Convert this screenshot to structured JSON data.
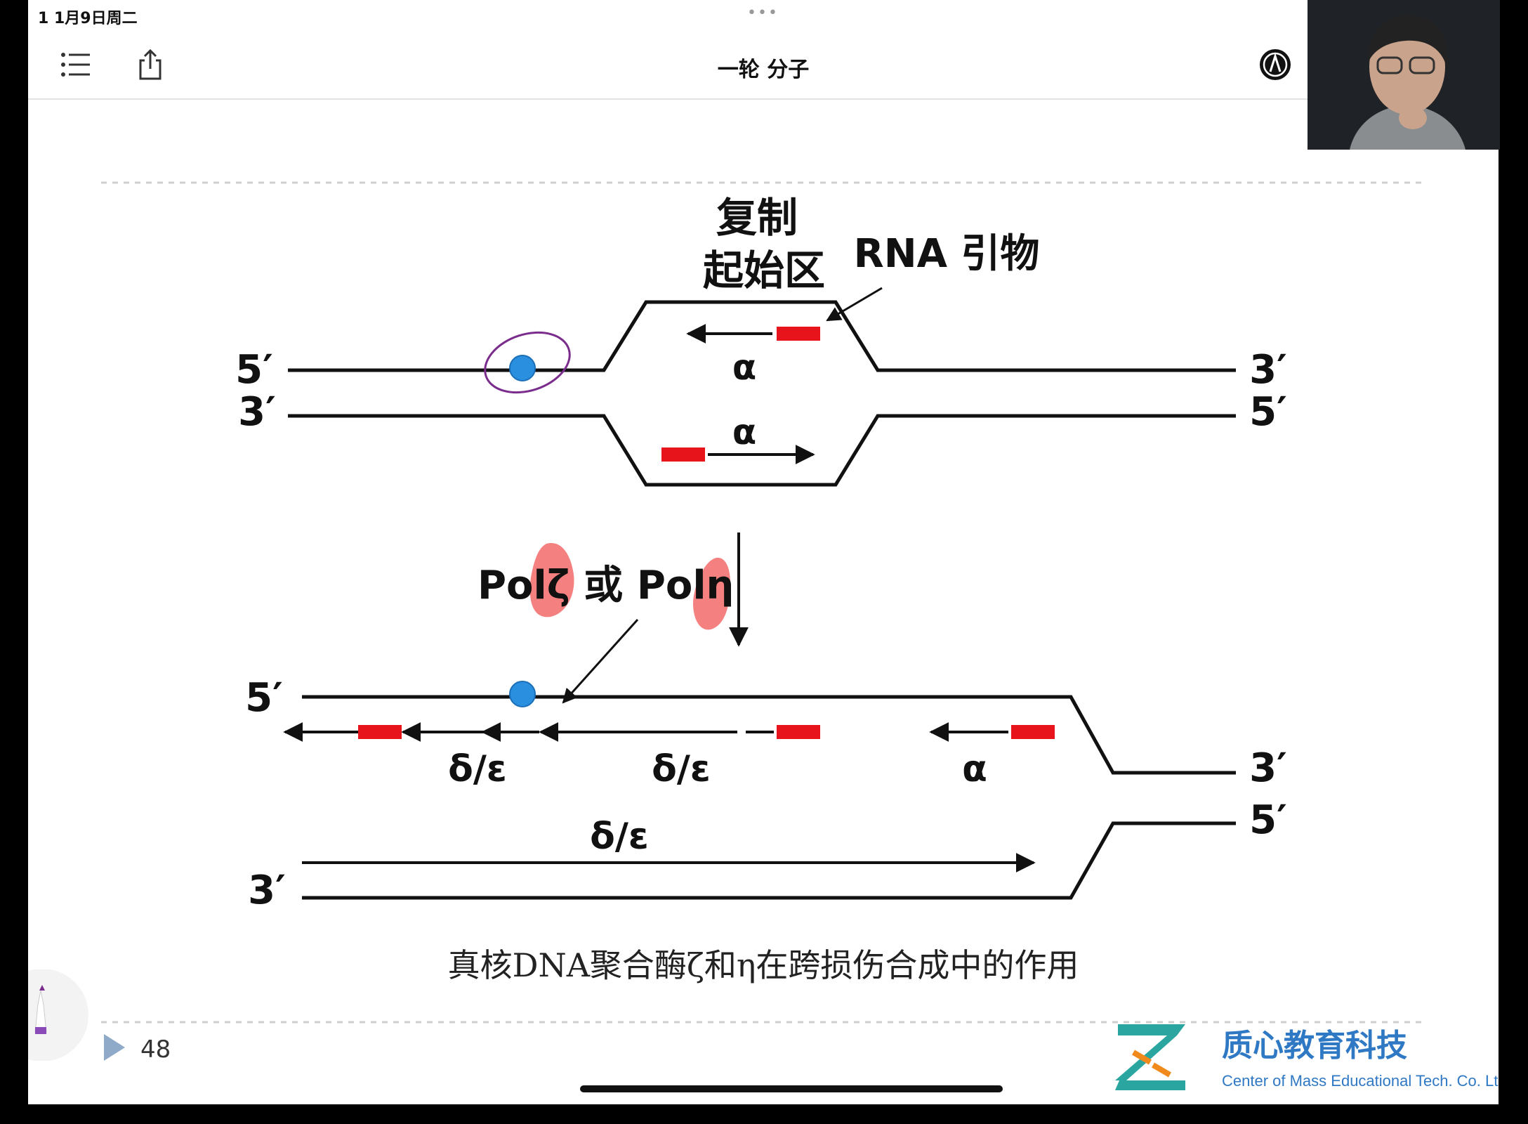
{
  "status": {
    "time": "1 1月9日周二",
    "dots": "•••"
  },
  "toolbar": {
    "title": "一轮 分子",
    "icons": [
      "list-icon",
      "share-icon",
      "markup-pen-icon"
    ]
  },
  "slide": {
    "top": {
      "origin_label": "复制",
      "origin_label2": "起始区",
      "primer_label": "RNA 引物",
      "strand_top_left": "5′",
      "strand_top_right": "3′",
      "strand_bottom_left": "3′",
      "strand_bottom_right": "5′",
      "alpha_upper": "α",
      "alpha_lower": "α"
    },
    "middle": {
      "enzyme_label_pre": "Pol",
      "enzyme_zeta": "ζ",
      "enzyme_or": " 或 ",
      "enzyme_label_pre2": "Pol",
      "enzyme_eta": "η"
    },
    "bottom": {
      "strand_top_left": "5′",
      "strand_top_right": "3′",
      "strand_bottom_left": "3′",
      "strand_bottom_right": "5′",
      "delta1": "δ/ε",
      "delta2": "δ/ε",
      "alpha": "α",
      "delta3": "δ/ε"
    },
    "caption": "真核DNA聚合酶ζ和η在跨损伤合成中的作用"
  },
  "page_number": "48",
  "logo": {
    "cn": "质心教育科技",
    "en": "Center of Mass Educational Tech. Co. Ltd."
  },
  "colors": {
    "primer": "#e8141c",
    "lesion": "#2b8fe0",
    "annotation_circle": "#7a2d8c",
    "highlight": "#f36a6a",
    "logo_blue": "#2f78c4",
    "logo_teal": "#2aa5a0",
    "logo_orange": "#f08a1c"
  }
}
